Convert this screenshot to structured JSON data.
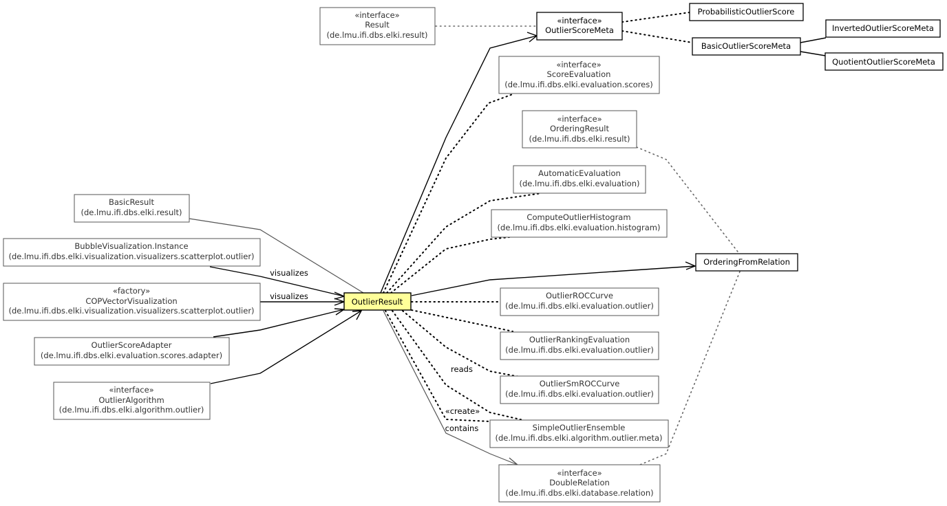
{
  "nodes": {
    "result": {
      "stereotype": "«interface»",
      "name": "Result",
      "package": "(de.lmu.ifi.dbs.elki.result)"
    },
    "outlier_score_meta": {
      "stereotype": "«interface»",
      "name": "OutlierScoreMeta"
    },
    "probabilistic": {
      "name": "ProbabilisticOutlierScore"
    },
    "basic_meta": {
      "name": "BasicOutlierScoreMeta"
    },
    "inverted_meta": {
      "name": "InvertedOutlierScoreMeta"
    },
    "quotient_meta": {
      "name": "QuotientOutlierScoreMeta"
    },
    "score_evaluation": {
      "stereotype": "«interface»",
      "name": "ScoreEvaluation",
      "package": "(de.lmu.ifi.dbs.elki.evaluation.scores)"
    },
    "ordering_result": {
      "stereotype": "«interface»",
      "name": "OrderingResult",
      "package": "(de.lmu.ifi.dbs.elki.result)"
    },
    "automatic_eval": {
      "name": "AutomaticEvaluation",
      "package": "(de.lmu.ifi.dbs.elki.evaluation)"
    },
    "histogram": {
      "name": "ComputeOutlierHistogram",
      "package": "(de.lmu.ifi.dbs.elki.evaluation.histogram)"
    },
    "ordering_relation": {
      "name": "OrderingFromRelation"
    },
    "roc_curve": {
      "name": "OutlierROCCurve",
      "package": "(de.lmu.ifi.dbs.elki.evaluation.outlier)"
    },
    "ranking_eval": {
      "name": "OutlierRankingEvaluation",
      "package": "(de.lmu.ifi.dbs.elki.evaluation.outlier)"
    },
    "smroc_curve": {
      "name": "OutlierSmROCCurve",
      "package": "(de.lmu.ifi.dbs.elki.evaluation.outlier)"
    },
    "ensemble": {
      "name": "SimpleOutlierEnsemble",
      "package": "(de.lmu.ifi.dbs.elki.algorithm.outlier.meta)"
    },
    "double_relation": {
      "stereotype": "«interface»",
      "name": "DoubleRelation",
      "package": "(de.lmu.ifi.dbs.elki.database.relation)"
    },
    "basic_result": {
      "name": "BasicResult",
      "package": "(de.lmu.ifi.dbs.elki.result)"
    },
    "bubble_vis": {
      "name": "BubbleVisualization.Instance",
      "package": "(de.lmu.ifi.dbs.elki.visualization.visualizers.scatterplot.outlier)"
    },
    "cop_vis": {
      "stereotype": "«factory»",
      "name": "COPVectorVisualization",
      "package": "(de.lmu.ifi.dbs.elki.visualization.visualizers.scatterplot.outlier)"
    },
    "score_adapter": {
      "name": "OutlierScoreAdapter",
      "package": "(de.lmu.ifi.dbs.elki.evaluation.scores.adapter)"
    },
    "outlier_algorithm": {
      "stereotype": "«interface»",
      "name": "OutlierAlgorithm",
      "package": "(de.lmu.ifi.dbs.elki.algorithm.outlier)"
    },
    "outlier_result": {
      "name": "OutlierResult"
    }
  },
  "edge_labels": {
    "visualizes_bubble": "visualizes",
    "visualizes_cop": "visualizes",
    "reads": "reads",
    "create": "«create»",
    "contains": "contains"
  }
}
